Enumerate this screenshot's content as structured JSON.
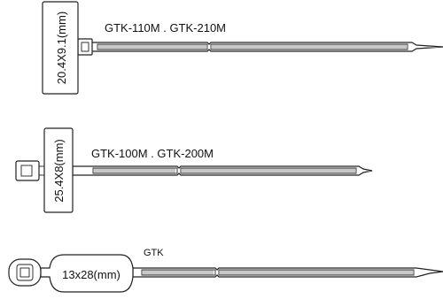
{
  "ties": [
    {
      "model": "GTK-110M . GTK-210M",
      "tag_size": "20.4X9.1(mm)",
      "tag_orientation": "vertical"
    },
    {
      "model": "GTK-100M . GTK-200M",
      "tag_size": "25.4X8(mm)",
      "tag_orientation": "vertical"
    },
    {
      "model": "GTK",
      "tag_size": "13x28(mm)",
      "tag_orientation": "horizontal"
    }
  ],
  "colors": {
    "line": "#222222",
    "background": "#ffffff"
  }
}
